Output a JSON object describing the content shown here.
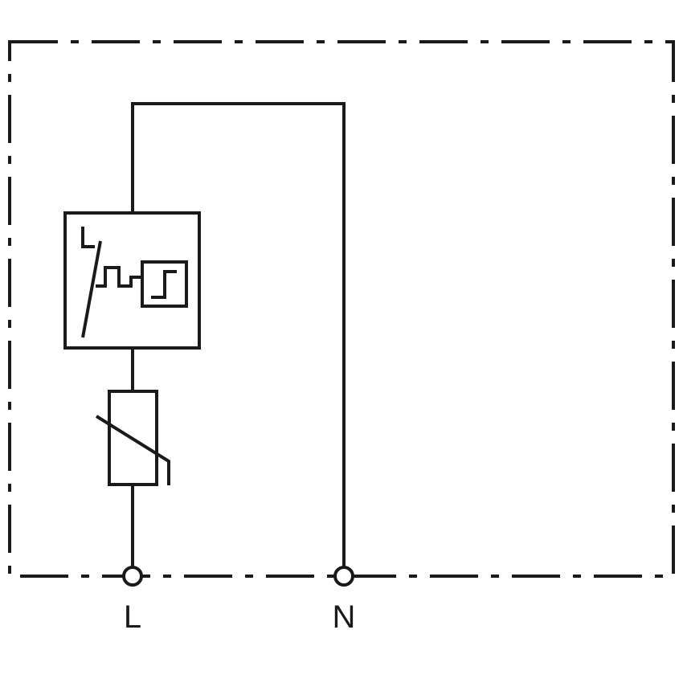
{
  "terminals": {
    "line_label": "L",
    "neutral_label": "N"
  },
  "components": [
    "thermal-disconnector",
    "varistor"
  ],
  "colors": {
    "line": "#1a1a1a",
    "background": "#ffffff"
  }
}
